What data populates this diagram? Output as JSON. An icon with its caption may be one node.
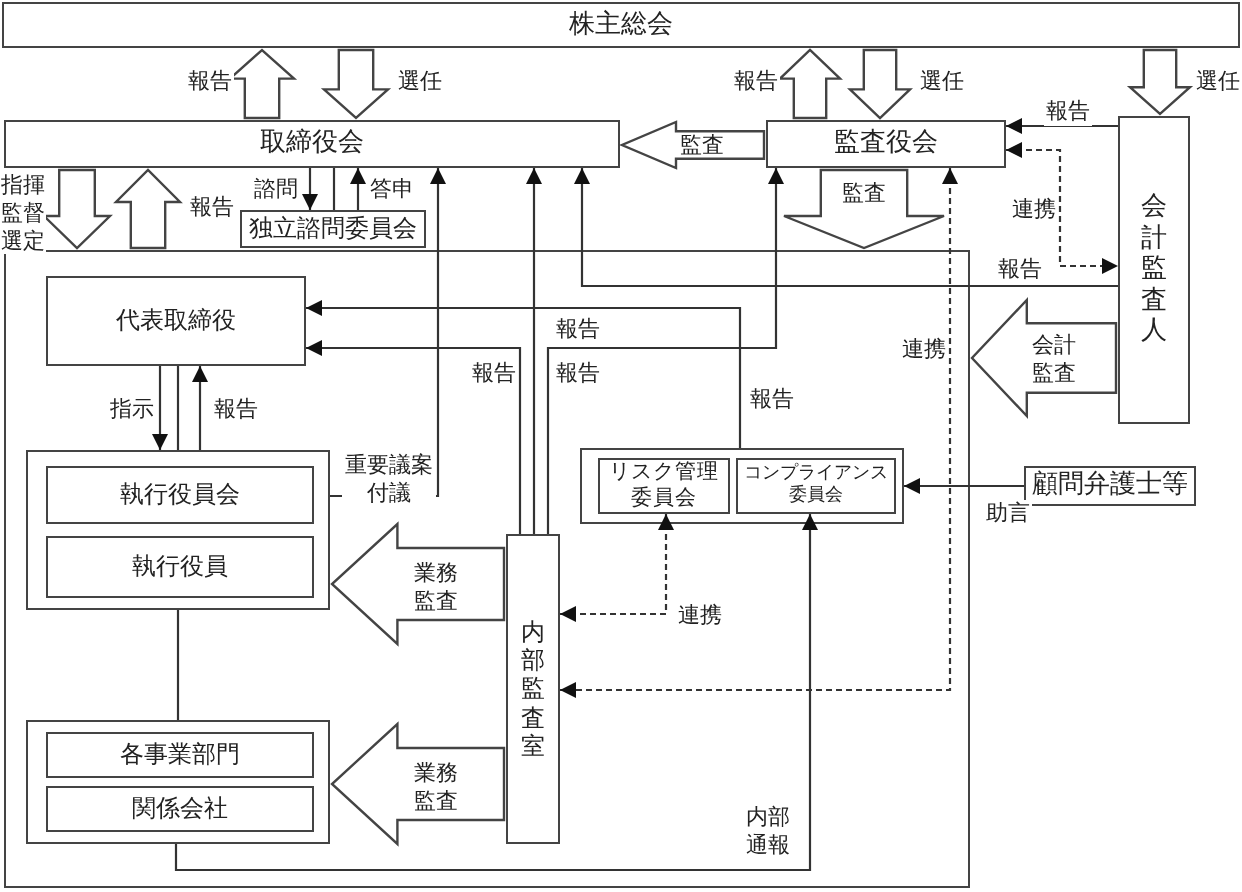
{
  "diagram": {
    "nodes": [
      {
        "text": [
          "株主総会"
        ]
      },
      {
        "text": [
          "取締役会"
        ]
      },
      {
        "text": [
          "独立諮問委員会"
        ]
      },
      {
        "text": [
          "監査役会"
        ]
      },
      {
        "text": [
          "会計監査人"
        ]
      },
      {
        "text": [],
        "shape": "box"
      },
      {
        "text": [
          "代表取締役"
        ],
        "in": 5
      },
      {
        "text": [],
        "shape": "box",
        "in": 5
      },
      {
        "text": [
          "執行役員会"
        ],
        "in": 7
      },
      {
        "text": [
          "執行役員"
        ],
        "in": 7
      },
      {
        "text": [],
        "shape": "box",
        "in": 5
      },
      {
        "text": [
          "各事業部門"
        ],
        "in": 10
      },
      {
        "text": [
          "関係会社"
        ],
        "in": 10
      },
      {
        "text": [
          "内部監査室"
        ],
        "in": 5
      },
      {
        "text": [],
        "shape": "box",
        "in": 5
      },
      {
        "text": [
          "リスク管理委員会"
        ],
        "in": 14
      },
      {
        "text": [
          "コンプライアンス委員会"
        ],
        "in": 14
      },
      {
        "text": [
          "顧問弁護士等"
        ]
      }
    ],
    "edges": [
      {
        "from": 1,
        "to": 0,
        "arrow": "to",
        "label": "報告",
        "style": "thick"
      },
      {
        "from": 0,
        "to": 1,
        "arrow": "to",
        "label": "選任",
        "style": "thick"
      },
      {
        "from": 3,
        "to": 0,
        "arrow": "to",
        "label": "報告",
        "style": "thick"
      },
      {
        "from": 0,
        "to": 3,
        "arrow": "to",
        "label": "選任",
        "style": "thick"
      },
      {
        "from": 0,
        "to": 4,
        "arrow": "to",
        "label": "選任",
        "style": "thick"
      },
      {
        "from": 3,
        "to": 1,
        "arrow": "to",
        "label": "監査",
        "style": "thick"
      },
      {
        "from": 1,
        "to": 5,
        "arrow": "to",
        "label": "指揮監督選定",
        "style": "thick"
      },
      {
        "from": 5,
        "to": 1,
        "arrow": "to",
        "label": "報告",
        "style": "thick"
      },
      {
        "from": 3,
        "to": 5,
        "arrow": "to",
        "label": "監査",
        "style": "thick"
      },
      {
        "from": 4,
        "to": 5,
        "arrow": "to",
        "label": "会計監査",
        "style": "thick"
      },
      {
        "from": 1,
        "to": 2,
        "arrow": "to",
        "label": "諮問"
      },
      {
        "from": 1,
        "to": 2,
        "arrow": "none"
      },
      {
        "from": 2,
        "to": 1,
        "arrow": "to",
        "label": "答申"
      },
      {
        "from": 7,
        "to": 1,
        "arrow": "to",
        "label": "重要議案付議"
      },
      {
        "from": 13,
        "to": 1,
        "arrow": "to",
        "label": "報告"
      },
      {
        "from": 4,
        "to": 1,
        "arrow": "to",
        "label": "報告"
      },
      {
        "from": 4,
        "to": 3,
        "arrow": "to",
        "label": "報告"
      },
      {
        "from": 3,
        "to": 4,
        "arrow": "both",
        "label": "連携",
        "style": "dashed"
      },
      {
        "from": 13,
        "to": 6,
        "arrow": "to",
        "label": "報告"
      },
      {
        "from": 13,
        "to": 3,
        "arrow": "to",
        "label": "報告"
      },
      {
        "from": 14,
        "to": 6,
        "arrow": "to",
        "label": "報告"
      },
      {
        "from": 3,
        "to": 13,
        "arrow": "both",
        "label": "連携",
        "style": "dashed"
      },
      {
        "from": 15,
        "to": 13,
        "arrow": "both",
        "label": "連携",
        "style": "dashed"
      },
      {
        "from": 17,
        "to": 14,
        "arrow": "to",
        "label": "助言"
      },
      {
        "from": 10,
        "to": 16,
        "arrow": "to",
        "label": "内部通報"
      },
      {
        "from": 6,
        "to": 7,
        "arrow": "to",
        "label": "指示"
      },
      {
        "from": 7,
        "to": 6,
        "arrow": "to",
        "label": "報告"
      },
      {
        "from": 6,
        "to": 7,
        "arrow": "none"
      },
      {
        "from": 7,
        "to": 10,
        "arrow": "none"
      },
      {
        "from": 13,
        "to": 7,
        "arrow": "to",
        "label": "業務監査",
        "style": "thick"
      },
      {
        "from": 13,
        "to": 10,
        "arrow": "to",
        "label": "業務監査",
        "style": "thick"
      }
    ]
  }
}
